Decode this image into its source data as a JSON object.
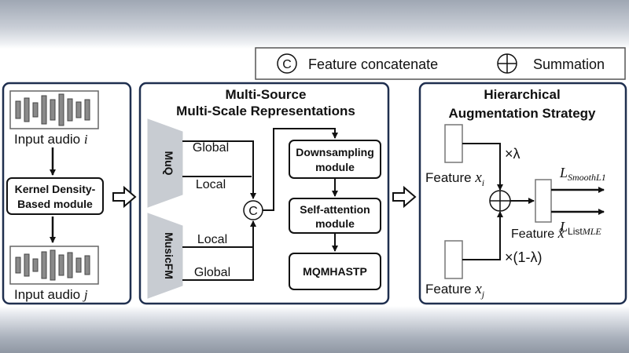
{
  "legend": {
    "concat_symbol": "C",
    "concat_label": "Feature concatenate",
    "sum_label": "Summation"
  },
  "left_panel": {
    "input_i_label": "Input audio",
    "input_i_var": "i",
    "kde_line1": "Kernel Density-",
    "kde_line2": "Based module",
    "input_j_label": "Input audio",
    "input_j_var": "j"
  },
  "middle_panel": {
    "title_line1": "Multi-Source",
    "title_line2": "Multi-Scale Representations",
    "muq_label": "MuQ",
    "musicfm_label": "MusicFM",
    "muq_global": "Global",
    "muq_local": "Local",
    "musicfm_local": "Local",
    "musicfm_global": "Global",
    "concat_symbol": "C",
    "downsampling_line1": "Downsampling",
    "downsampling_line2": "module",
    "selfatt_line1": "Self-attention",
    "selfatt_line2": "module",
    "mqmhastp": "MQMHASTP"
  },
  "right_panel": {
    "title_line1": "Hierarchical",
    "title_line2": "Augmentation Strategy",
    "feature_label": "Feature",
    "xi_var": "x",
    "xi_sub": "i",
    "xj_var": "x",
    "xj_sub": "j",
    "lambda_label": "×λ",
    "one_minus_lambda": "×(1-λ)",
    "xhat_label": "Feature",
    "xhat_var": "x̂",
    "loss1_L": "L",
    "loss1_sub": "SmoothL1",
    "loss2_L": "L",
    "loss2_sub_plain": "List",
    "loss2_sub_italic": "MLE"
  },
  "colors": {
    "panel_border": "#1f2f4f",
    "line": "#111111",
    "bar_fill": "#8a8a8a",
    "encoder_fill": "#c8ccd2",
    "box_fill": "#ffffff"
  }
}
